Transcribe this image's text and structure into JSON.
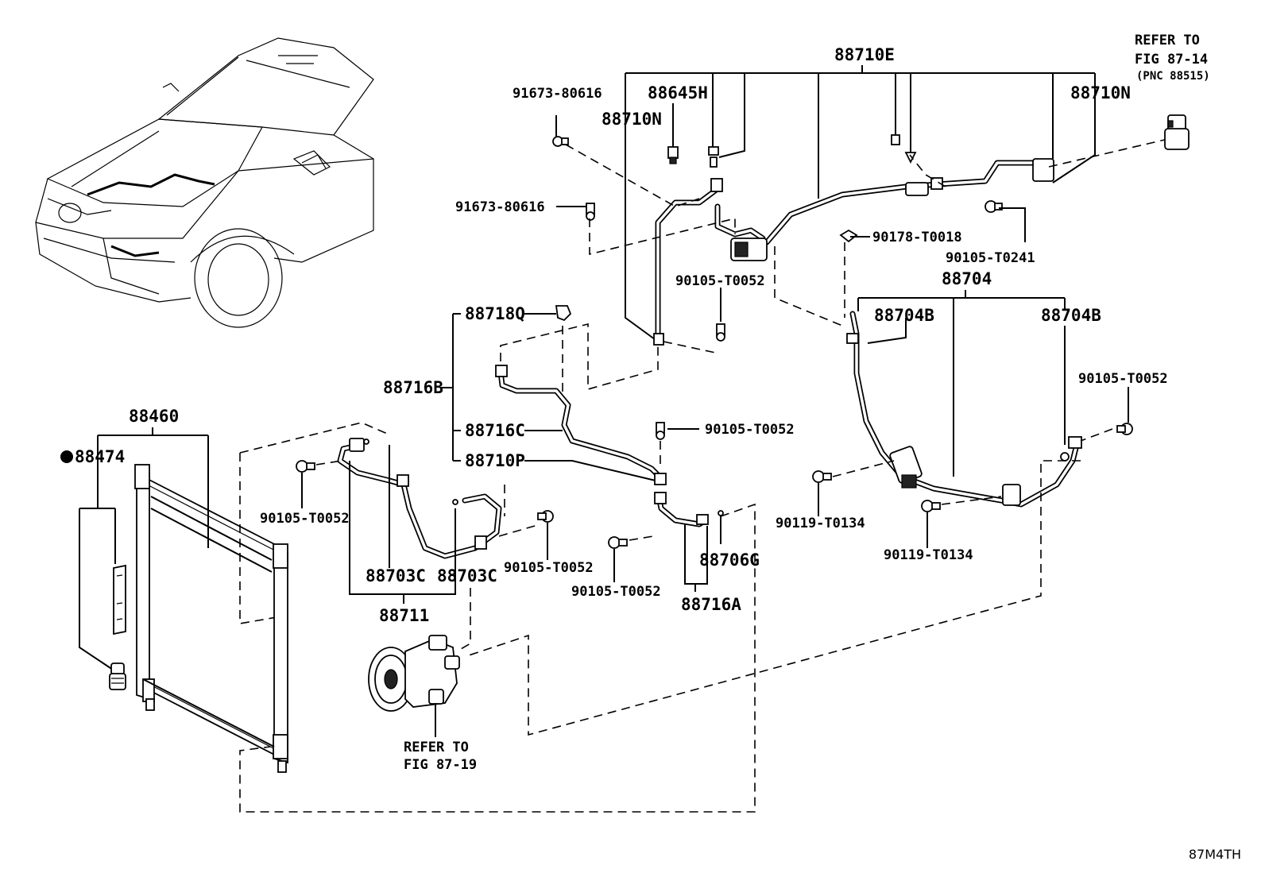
{
  "labels": {
    "p88710E": "88710E",
    "p88645H": "88645H",
    "p88710N_left": "88710N",
    "p88710N_right": "88710N",
    "p91673_80616_top": "91673-80616",
    "p91673_80616_mid": "91673-80616",
    "p90178_T0018": "90178-T0018",
    "p90105_T0241": "90105-T0241",
    "p88704": "88704",
    "p88704B_left": "88704B",
    "p88704B_right": "88704B",
    "p90105_T0052_a": "90105-T0052",
    "p90105_T0052_b": "90105-T0052",
    "p90105_T0052_c": "90105-T0052",
    "p90105_T0052_d": "90105-T0052",
    "p90105_T0052_e": "90105-T0052",
    "p90105_T0052_f": "90105-T0052",
    "p88718Q": "88718Q",
    "p88716B": "88716B",
    "p88716C": "88716C",
    "p88710P": "88710P",
    "p88460": "88460",
    "p88474": "88474",
    "p88703C_a": "88703C",
    "p88703C_b": "88703C",
    "p88711": "88711",
    "p88706G": "88706G",
    "p88716A": "88716A",
    "p90119_T0134_a": "90119-T0134",
    "p90119_T0134_b": "90119-T0134"
  },
  "references": {
    "top_line1": "REFER TO",
    "top_line2": "FIG 87-14",
    "top_line3": "(PNC 88515)",
    "compressor_line1": "REFER TO",
    "compressor_line2": "FIG 87-19"
  },
  "figure_code": "87M4TH",
  "icons": {
    "bullet": "filled-circle",
    "vehicle": "pickup-truck-front-view"
  }
}
